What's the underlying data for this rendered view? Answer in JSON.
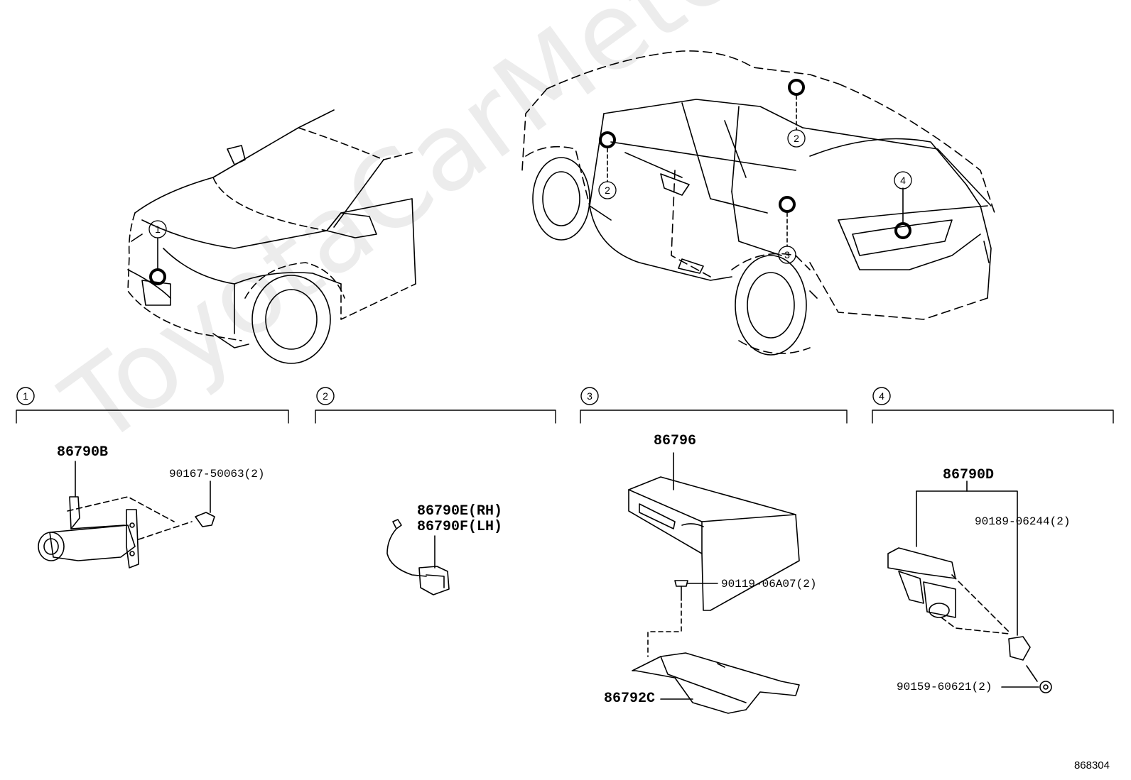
{
  "watermark": "ToyotaCarMeter.ru",
  "diagram_id": "868304",
  "sections": [
    {
      "num": "1",
      "parts": [
        "86790B",
        "90167-50063(2)"
      ]
    },
    {
      "num": "2",
      "parts": [
        "86790E(RH)",
        "86790F(LH)"
      ]
    },
    {
      "num": "3",
      "parts": [
        "86796",
        "90119-06A07(2)",
        "86792C"
      ]
    },
    {
      "num": "4",
      "parts": [
        "86790D",
        "90189-06244(2)",
        "90159-60621(2)"
      ]
    }
  ],
  "callouts": {
    "front_car": [
      "1"
    ],
    "rear_car": [
      "2",
      "2",
      "3",
      "4"
    ]
  }
}
